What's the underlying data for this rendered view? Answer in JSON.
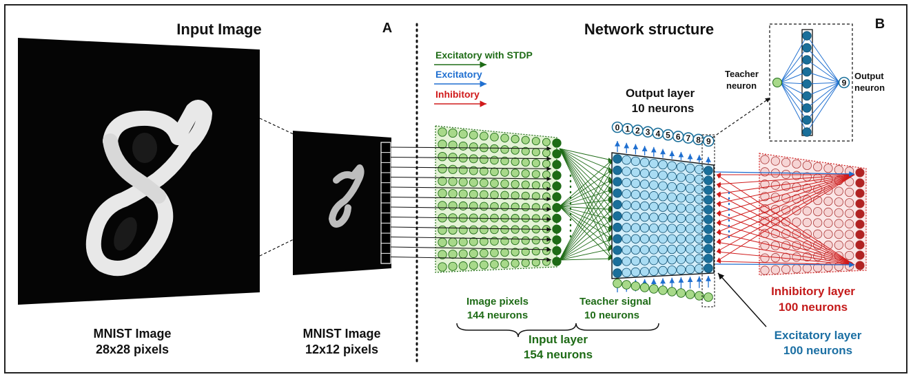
{
  "panel_a": {
    "label": "A",
    "title": "Input Image",
    "image_28": {
      "caption_line1": "MNIST Image",
      "caption_line2": "28x28 pixels"
    },
    "image_12": {
      "caption_line1": "MNIST Image",
      "caption_line2": "12x12 pixels"
    }
  },
  "panel_b": {
    "label": "B",
    "title": "Network structure",
    "legend": [
      {
        "label": "Excitatory with STDP",
        "color": "#1e6b16"
      },
      {
        "label": "Excitatory",
        "color": "#1f6fd0"
      },
      {
        "label": "Inhibitory",
        "color": "#d01a1a"
      }
    ],
    "output_layer": {
      "title": "Output layer",
      "subtitle": "10 neurons",
      "digits": [
        "0",
        "1",
        "2",
        "3",
        "4",
        "5",
        "6",
        "7",
        "8",
        "9"
      ]
    },
    "inset": {
      "left_label_line1": "Teacher",
      "left_label_line2": "neuron",
      "right_label_line1": "Output",
      "right_label_line2": "neuron",
      "digit": "9"
    },
    "image_pixels": {
      "line1": "Image pixels",
      "line2": "144 neurons"
    },
    "teacher_signal": {
      "line1": "Teacher signal",
      "line2": "10 neurons"
    },
    "input_layer": {
      "line1": "Input layer",
      "line2": "154 neurons"
    },
    "inhibitory_layer": {
      "line1": "Inhibitory layer",
      "line2": "100 neurons"
    },
    "excitatory_layer": {
      "line1": "Excitatory layer",
      "line2": "100 neurons"
    }
  },
  "colors": {
    "green": "#1e6b16",
    "green_fill": "#a8d98a",
    "blue": "#1f6fd0",
    "teal_text": "#1b6fa3",
    "neuron_blue": "#1a6f9a",
    "light_blue": "#a9dcf3",
    "red": "#d01a1a",
    "red_dark": "#b22222",
    "red_light": "#f6d4d4"
  }
}
